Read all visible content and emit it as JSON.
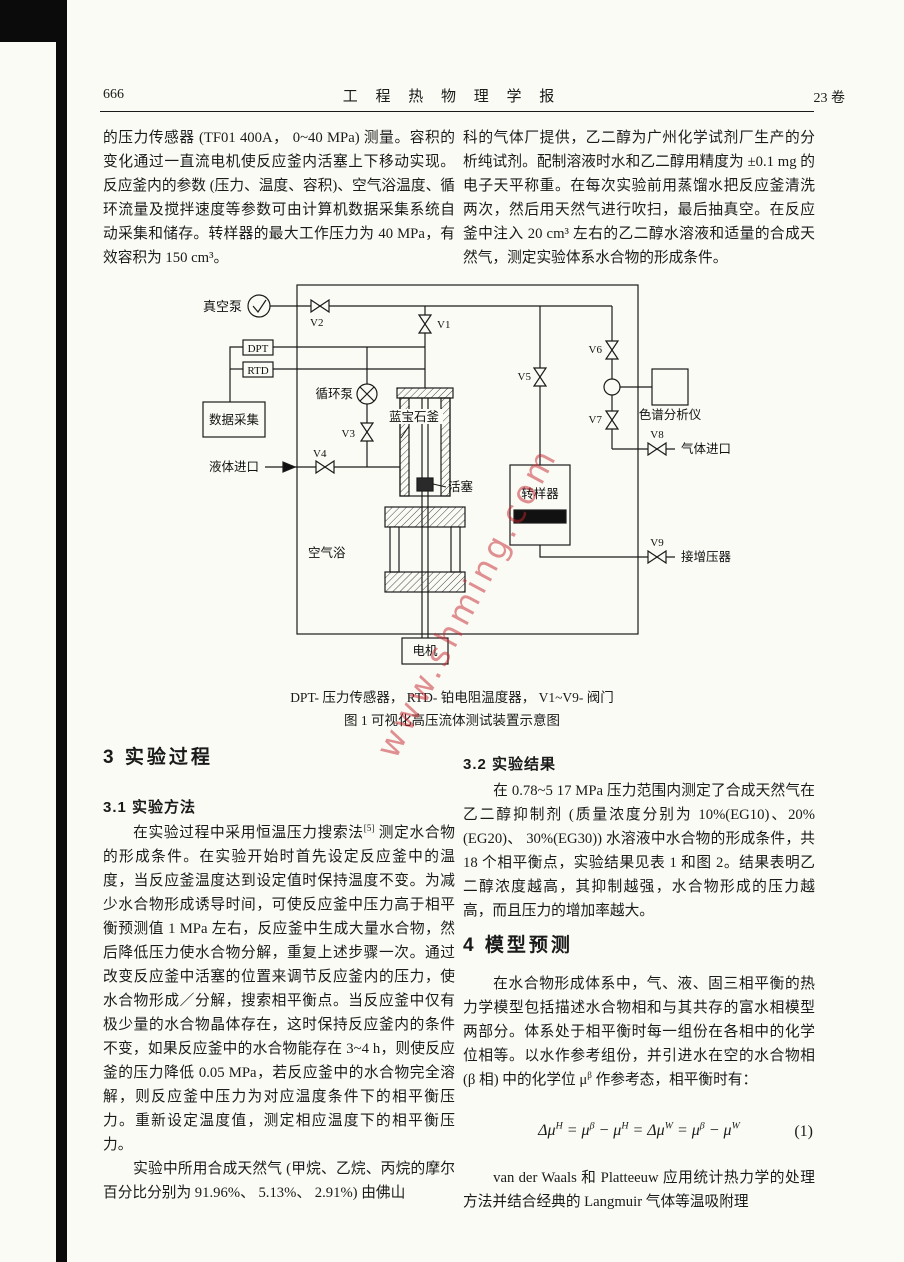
{
  "header": {
    "page_number": "666",
    "journal_title": "工 程 热 物 理 学 报",
    "volume": "23 卷"
  },
  "intro": {
    "left": "的压力传感器 (TF01 400A， 0~40 MPa) 测量。容积的变化通过一直流电机使反应釜内活塞上下移动实现。反应釜内的参数 (压力、温度、容积)、空气浴温度、循环流量及搅拌速度等参数可由计算机数据采集系统自动采集和储存。转样器的最大工作压力为 40 MPa，有效容积为 150 cm³。",
    "right": "科的气体厂提供，乙二醇为广州化学试剂厂生产的分析纯试剂。配制溶液时水和乙二醇用精度为 ±0.1 mg 的电子天平称重。在每次实验前用蒸馏水把反应釜清洗两次，然后用天然气进行吹扫，最后抽真空。在反应釜中注入 20 cm³ 左右的乙二醇水溶液和适量的合成天然气，测定实验体系水合物的形成条件。"
  },
  "figure": {
    "labels": {
      "vacuum_pump": "真空泵",
      "dpt": "DPT",
      "rtd": "RTD",
      "data_acquisition": "数据采集",
      "circulation_pump": "循环泵",
      "sapphire_cell": "蓝宝石釜",
      "liquid_inlet": "液体进口",
      "piston": "活塞",
      "air_bath": "空气浴",
      "sampler": "转样器",
      "chromatograph": "色谱分析仪",
      "gas_inlet": "气体进口",
      "booster": "接增压器",
      "motor": "电机",
      "v1": "V1",
      "v2": "V2",
      "v3": "V3",
      "v4": "V4",
      "v5": "V5",
      "v6": "V6",
      "v7": "V7",
      "v8": "V8",
      "v9": "V9"
    },
    "caption_line1": "DPT- 压力传感器， RTD- 铂电阻温度器， V1~V9- 阀门",
    "caption_line2": "图 1  可视化高压流体测试装置示意图"
  },
  "section3": {
    "title": "3 实验过程",
    "s31_title": "3.1 实验方法",
    "p1_pre": "在实验过程中采用恒温压力搜索法",
    "p1_ref": "[5]",
    "p1_post": " 测定水合物的形成条件。在实验开始时首先设定反应釜中的温度，当反应釜温度达到设定值时保持温度不变。为减少水合物形成诱导时间，可使反应釜中压力高于相平衡预测值 1 MPa 左右，反应釜中生成大量水合物，然后降低压力使水合物分解，重复上述步骤一次。通过改变反应釜中活塞的位置来调节反应釜内的压力，使水合物形成／分解，搜索相平衡点。当反应釜中仅有极少量的水合物晶体存在，这时保持反应釜内的条件不变，如果反应釜中的水合物能存在 3~4 h，则使反应釜的压力降低 0.05 MPa，若反应釜中的水合物完全溶解，则反应釜中压力为对应温度条件下的相平衡压力。重新设定温度值，测定相应温度下的相平衡压力。",
    "p2": "实验中所用合成天然气 (甲烷、乙烷、丙烷的摩尔百分比分别为 91.96%、 5.13%、 2.91%) 由佛山",
    "s32_title": "3.2 实验结果",
    "s32_p1": "在 0.78~5 17 MPa 压力范围内测定了合成天然气在乙二醇抑制剂 (质量浓度分别为 10%(EG10)、20%(EG20)、 30%(EG30)) 水溶液中水合物的形成条件，共 18 个相平衡点，实验结果见表 1 和图 2。结果表明乙二醇浓度越高，其抑制越强，水合物形成的压力越高，而且压力的增加率越大。"
  },
  "section4": {
    "title": "4 模型预测",
    "p1_pre": "在水合物形成体系中，气、液、固三相平衡的热力学模型包括描述水合物相和与其共存的富水相模型两部分。体系处于相平衡时每一组份在各相中的化学位相等。以水作参考组份，并引进水在空的水合物相 (β 相) 中的化学位 μ",
    "p1_sup": "β",
    "p1_post": " 作参考态，相平衡时有：",
    "p2": "van der Waals 和 Platteeuw 应用统计热力学的处理方法并结合经典的 Langmuir 气体等温吸附理"
  },
  "equation": {
    "parts": [
      {
        "base": "Δμ",
        "sup": "H"
      },
      {
        "base": " = μ",
        "sup": "β"
      },
      {
        "base": " − μ",
        "sup": "H"
      },
      {
        "base": " = Δμ",
        "sup": "W"
      },
      {
        "base": " = μ",
        "sup": "β"
      },
      {
        "base": " − μ",
        "sup": "W"
      }
    ],
    "number": "(1)"
  },
  "watermark": "www.shming.com"
}
